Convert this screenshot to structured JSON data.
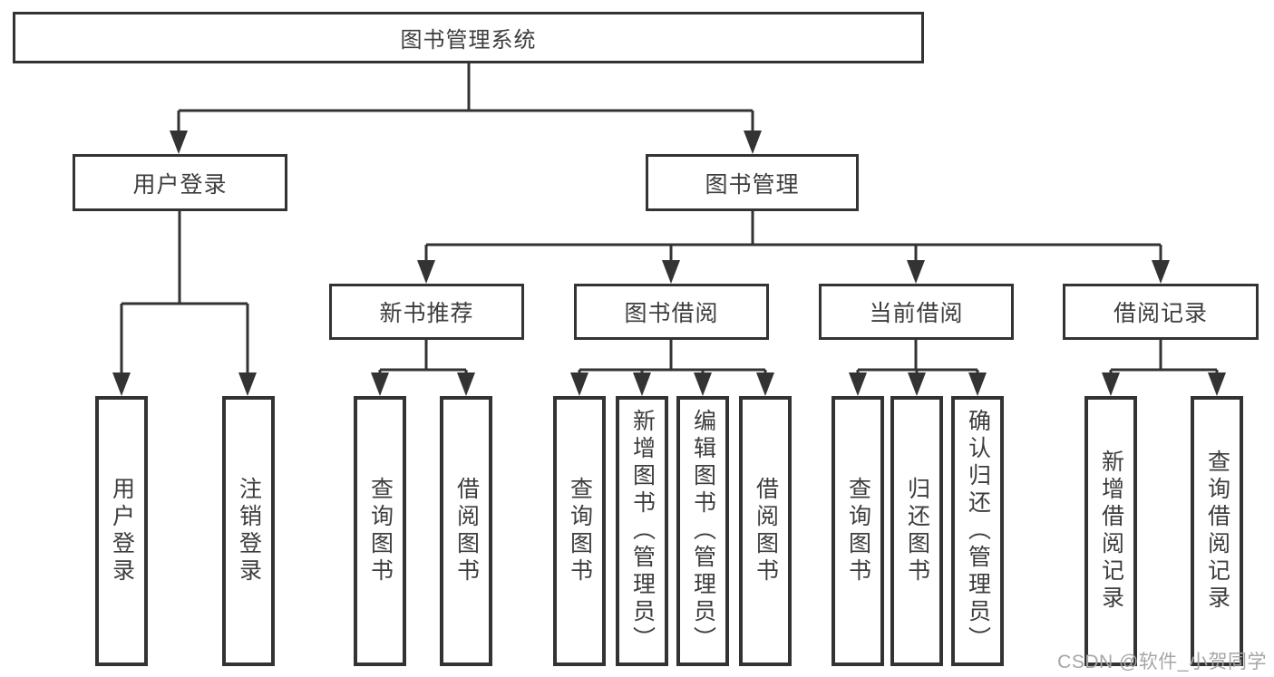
{
  "diagram": {
    "root": {
      "label": "图书管理系统"
    },
    "level2": [
      {
        "label": "用户登录"
      },
      {
        "label": "图书管理"
      }
    ],
    "level3": [
      {
        "label": "新书推荐"
      },
      {
        "label": "图书借阅"
      },
      {
        "label": "当前借阅"
      },
      {
        "label": "借阅记录"
      }
    ],
    "leaves": {
      "user_login": [
        {
          "label": "用户登录"
        },
        {
          "label": "注销登录"
        }
      ],
      "new_book": [
        {
          "label": "查询图书"
        },
        {
          "label": "借阅图书"
        }
      ],
      "book_borrow": [
        {
          "label": "查询图书"
        },
        {
          "label": "新增图书（管理员）"
        },
        {
          "label": "编辑图书（管理员）"
        },
        {
          "label": "借阅图书"
        }
      ],
      "current_borrow": [
        {
          "label": "查询图书"
        },
        {
          "label": "归还图书"
        },
        {
          "label": "确认归还（管理员）"
        }
      ],
      "borrow_records": [
        {
          "label": "新增借阅记录"
        },
        {
          "label": "查询借阅记录"
        }
      ]
    }
  },
  "watermark": {
    "text": "CSDN @软件_小贺同学"
  },
  "colors": {
    "line": "#333333",
    "text": "#3d3d3d",
    "box-bg": "#ffffff",
    "page-bg": "#ffffff",
    "watermark": "#a6a6a8"
  }
}
